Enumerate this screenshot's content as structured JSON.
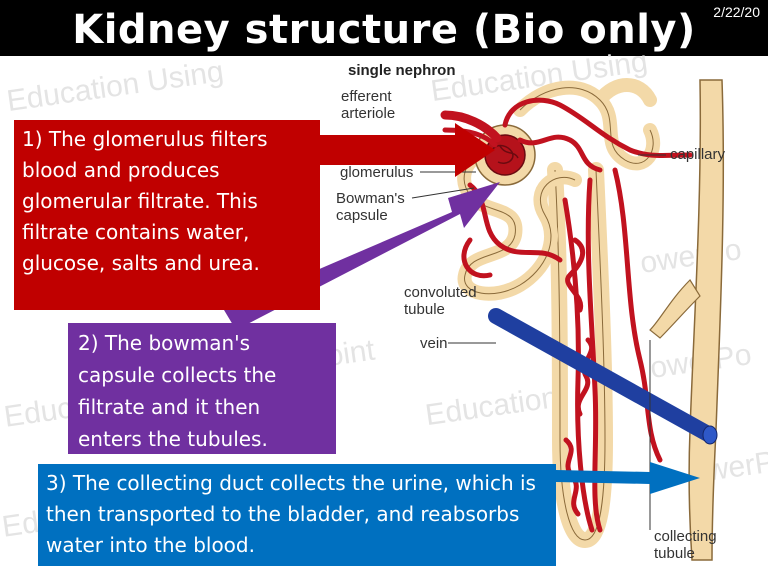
{
  "header": {
    "title": "Kidney structure (Bio only)",
    "date": "2/22/20"
  },
  "watermark_text": {
    "education_using": "Education Using",
    "powerpoint": "PowerPoint",
    "education": "Education",
    "ower_po": "owerPo",
    "educa": "Educa",
    "erpoint": "erPoint"
  },
  "diagram": {
    "heading": "single nephron",
    "labels": {
      "efferent_arteriole": "efferent arteriole",
      "glomerulus": "glomerulus",
      "bowmans_capsule": "Bowman's capsule",
      "convoluted_tubule": "convoluted tubule",
      "vein": "vein",
      "capillary": "capillary",
      "collecting_tubule": "collecting tubule"
    }
  },
  "callouts": {
    "glomerulus": "1) The glomerulus filters blood and produces glomerular filtrate. This filtrate contains water, glucose, salts and urea.",
    "bowmans": "2) The bowman's capsule collects the filtrate and it then enters the tubules.",
    "collecting": "3) The collecting duct collects the urine, which is then transported to the bladder, and reabsorbs water into the blood."
  },
  "colors": {
    "red_box": "#c00000",
    "purple_box": "#7030a0",
    "blue_box": "#0070c0",
    "vessel_red": "#c1121f",
    "tubule_tan": "#f3d9a8",
    "vein_blue": "#1f3fa0"
  }
}
